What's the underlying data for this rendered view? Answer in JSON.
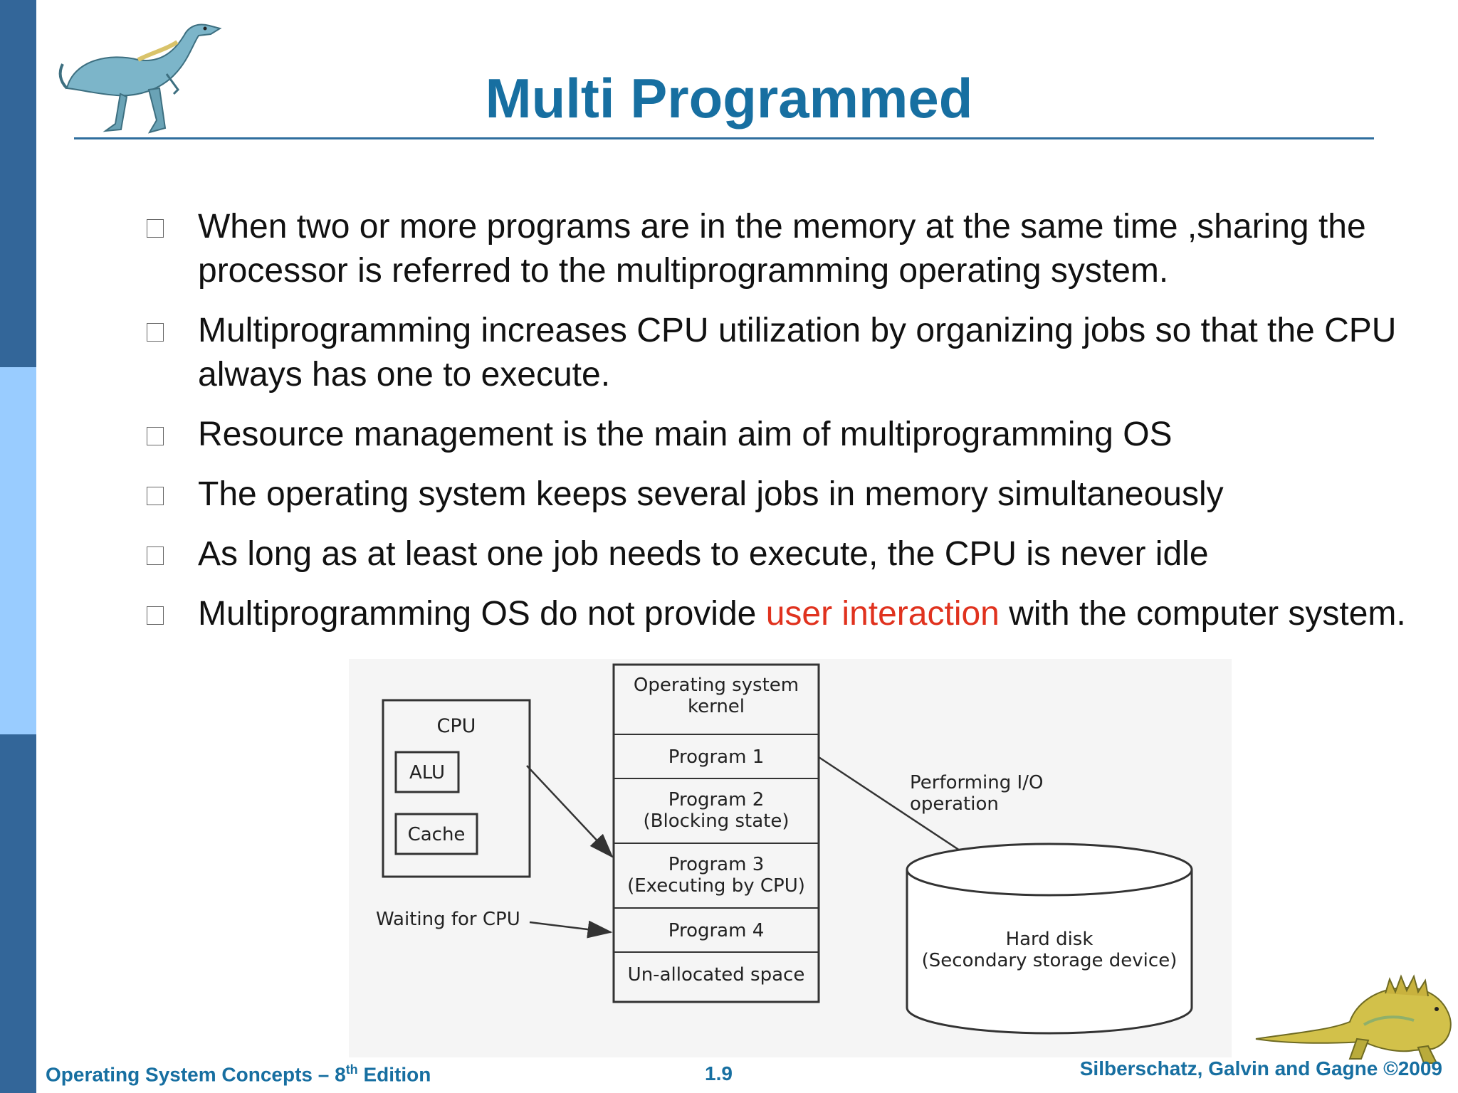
{
  "slide": {
    "title": "Multi Programmed",
    "bullets": [
      "When two or more programs are in the memory at the same time ,sharing the processor is referred to the multiprogramming operating system.",
      "Multiprogramming increases CPU utilization by organizing jobs so that the CPU always has one to execute.",
      "Resource management is the main aim of multiprogramming OS",
      "The operating system keeps several jobs in memory simultaneously",
      "As long as at least one job needs to execute, the CPU is never idle"
    ],
    "last_bullet": {
      "before": "Multiprogramming OS do not  provide ",
      "highlight": "user interaction",
      "after": " with the computer system."
    },
    "accent_color": "#176fa1",
    "highlight_color": "#e0321e"
  },
  "diagram": {
    "cpu": {
      "label": "CPU",
      "alu": "ALU",
      "cache": "Cache"
    },
    "memory": {
      "kernel_line1": "Operating system",
      "kernel_line2": "kernel",
      "program1": "Program 1",
      "program2_line1": "Program 2",
      "program2_line2": "(Blocking state)",
      "program3_line1": "Program 3",
      "program3_line2": "(Executing by CPU)",
      "program4": "Program 4",
      "unallocated": "Un-allocated space"
    },
    "waiting_label": "Waiting for CPU",
    "io_line1": "Performing I/O",
    "io_line2": "operation",
    "disk_line1": "Hard disk",
    "disk_line2": "(Secondary storage device)"
  },
  "footer": {
    "left_prefix": "Operating System Concepts – 8",
    "left_sup": "th",
    "left_suffix": " Edition",
    "page": "1.9",
    "right": "Silberschatz, Galvin and Gagne ©2009"
  },
  "icons": [
    "dinosaur-icon"
  ]
}
